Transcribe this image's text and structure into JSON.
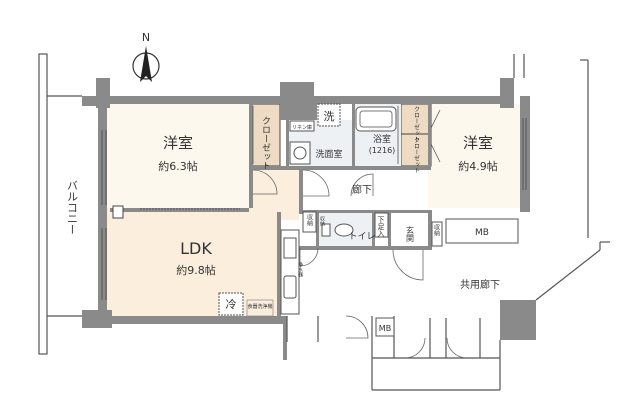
{
  "compass": {
    "north_letter": "N"
  },
  "rooms": {
    "western_left": {
      "name": "洋室",
      "size": "約6.3帖"
    },
    "western_right": {
      "name": "洋室",
      "size": "約4.9帖"
    },
    "ldk": {
      "name": "LDK",
      "size": "約9.8帖"
    },
    "bath": {
      "name": "浴室",
      "size": "(1216)"
    },
    "washroom": "洗面室",
    "hallway": "廊下",
    "toilet": "トイレ",
    "entrance": "玄関",
    "shoe_storage": "下足入",
    "balcony": "バルコニー",
    "common_corridor": "共用廊下"
  },
  "fixtures": {
    "closet_left": "クローゼット",
    "closet_right_top": "クローゼット",
    "closet_right_bottom": "クローゼット",
    "washing_machine": "洗",
    "linen": "リネン庫",
    "storage_a": "収納",
    "storage_b": "収納",
    "storage_c": "収納",
    "fridge": "冷",
    "dishwasher": "食器洗浄機",
    "water_purifier": "浄水器",
    "mb_upper": "MB",
    "mb_lower": "MB"
  },
  "colors": {
    "wall": "#8a8a8a",
    "floor_room": "#fdf8ed",
    "floor_ldk": "#fbeedd",
    "closet": "#eddbc3",
    "water": "#eef1f4",
    "outline": "#444444"
  }
}
